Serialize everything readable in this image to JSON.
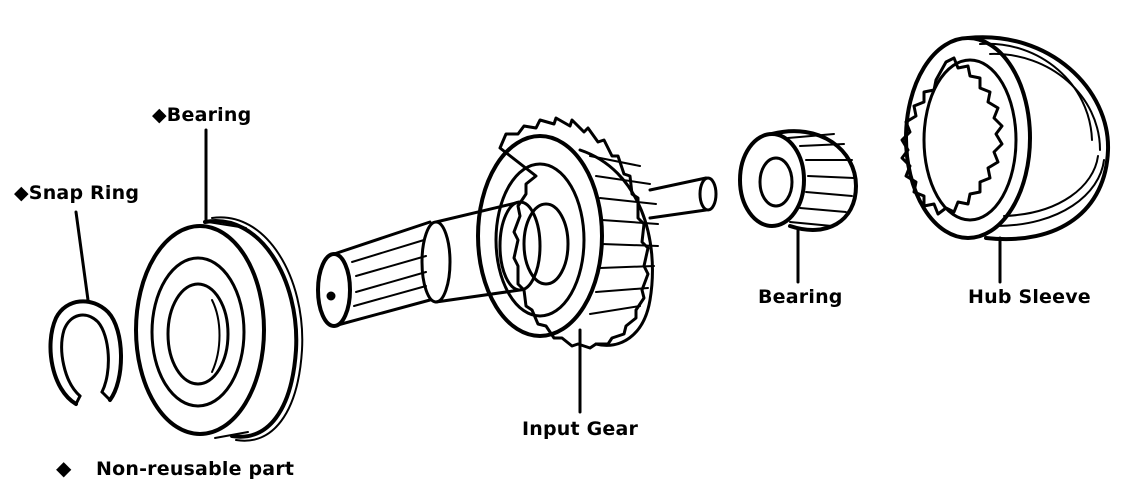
{
  "labels": {
    "snap_ring": "◆Snap Ring",
    "bearing_left": "◆Bearing",
    "bearing_right": "Bearing",
    "hub_sleeve": "Hub Sleeve",
    "input_gear": "Input Gear"
  },
  "legend": {
    "symbol": "◆",
    "text": "Non-reusable part"
  },
  "colors": {
    "ink": "#000000",
    "paper": "#ffffff"
  }
}
